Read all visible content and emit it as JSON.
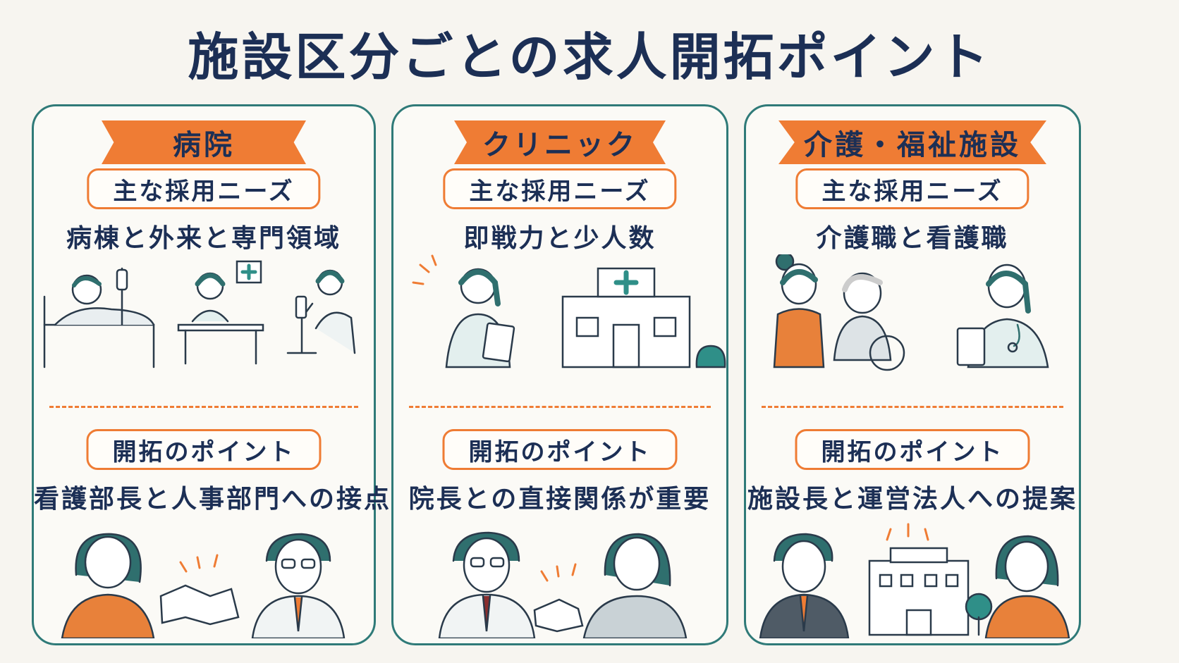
{
  "title": "施設区分ごとの求人開拓ポイント",
  "colors": {
    "accent": "#ef7c34",
    "teal": "#2f7a78",
    "navy": "#1c2f55"
  },
  "columns": [
    {
      "category": "病院",
      "needs_label": "主な採用ニーズ",
      "needs": "病棟と外来と専門領域",
      "point_label": "開拓のポイント",
      "point": "看護部長と人事部門への接点"
    },
    {
      "category": "クリニック",
      "needs_label": "主な採用ニーズ",
      "needs": "即戦力と少人数",
      "point_label": "開拓のポイント",
      "point": "院長との直接関係が重要"
    },
    {
      "category": "介護・福祉施設",
      "needs_label": "主な採用ニーズ",
      "needs": "介護職と看護職",
      "point_label": "開拓のポイント",
      "point": "施設長と運営法人への提案"
    }
  ]
}
